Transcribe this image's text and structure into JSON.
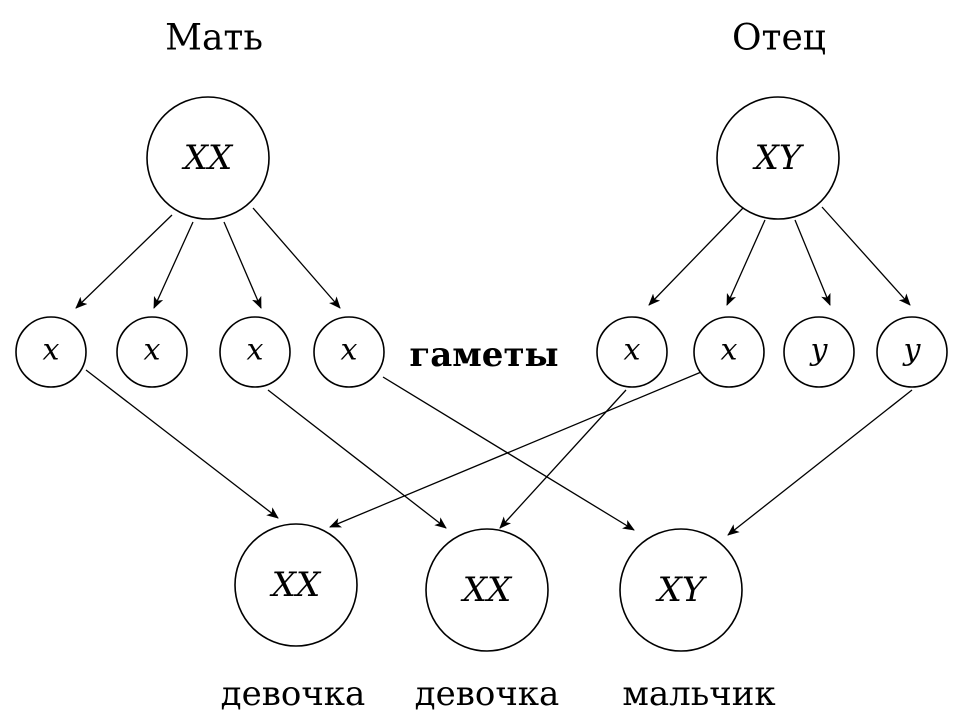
{
  "parents": {
    "mother": {
      "label": "Мать",
      "genotype": "XX"
    },
    "father": {
      "label": "Отец",
      "genotype": "XY"
    }
  },
  "gametes_label": "гаметы",
  "gametes": {
    "mother": [
      "x",
      "x",
      "x",
      "x"
    ],
    "father": [
      "x",
      "x",
      "y",
      "y"
    ]
  },
  "children": [
    {
      "genotype": "XX",
      "label": "девочка"
    },
    {
      "genotype": "XX",
      "label": "девочка"
    },
    {
      "genotype": "XY",
      "label": "мальчик"
    }
  ]
}
